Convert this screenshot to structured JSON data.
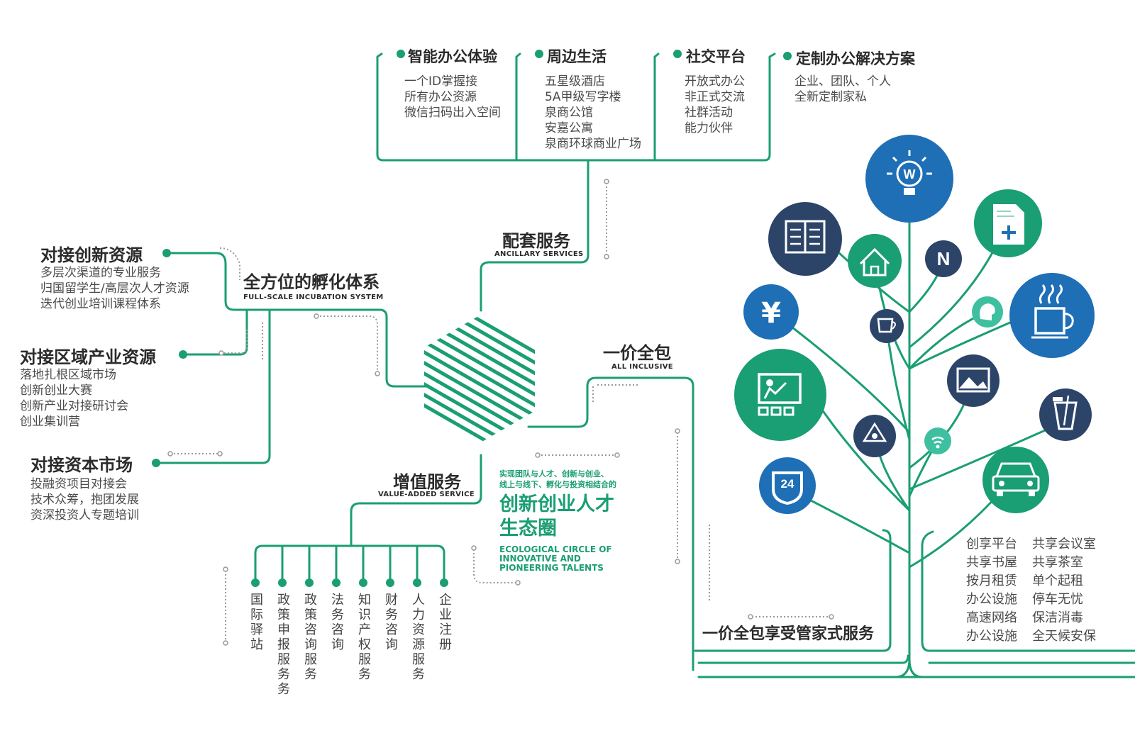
{
  "top_categories": [
    {
      "title": "智能办公体验",
      "items": [
        "一个ID掌握接",
        "所有办公资源",
        "微信扫码出入空间"
      ]
    },
    {
      "title": "周边生活",
      "items": [
        "五星级酒店",
        "5A甲级写字楼",
        "泉商公馆",
        "安嘉公寓",
        "泉商环球商业广场"
      ]
    },
    {
      "title": "社交平台",
      "items": [
        "开放式办公",
        "非正式交流",
        "社群活动",
        "能力伙伴"
      ]
    },
    {
      "title": "定制办公解决方案",
      "items": [
        "企业、团队、个人",
        "全新定制家私"
      ]
    }
  ],
  "ancillary": {
    "title": "配套服务",
    "subtitle": "ANCILLARY SERVICES"
  },
  "incubation": {
    "title": "全方位的孵化体系",
    "subtitle": "FULL-SCALE INCUBATION SYSTEM"
  },
  "left_groups": [
    {
      "title": "对接创新资源",
      "items": [
        "多层次渠道的专业服务",
        "归国留学生/高层次人才资源",
        "迭代创业培训课程体系"
      ]
    },
    {
      "title": "对接区域产业资源",
      "items": [
        "落地扎根区域市场",
        "创新创业大赛",
        "创新产业对接研讨会",
        "创业集训营"
      ]
    },
    {
      "title": "对接资本市场",
      "items": [
        "投融资项目对接会",
        "技术众筹，抱团发展",
        "资深投资人专题培训"
      ]
    }
  ],
  "inclusive": {
    "title": "一价全包",
    "subtitle": "ALL INCLUSIVE"
  },
  "value_added": {
    "title": "增值服务",
    "subtitle": "VALUE-ADDED SERVICE"
  },
  "value_items": [
    "国际驿站",
    "政策申报服务务",
    "政策咨询服务",
    "法务咨询",
    "知识产权服务",
    "财务咨询",
    "人力资源服务",
    "企业注册"
  ],
  "center": {
    "small": [
      "实现团队与人才、创新与创业、",
      "线上与线下、孵化与投资相结合的"
    ],
    "big": [
      "创新创业人才",
      "生态圈"
    ],
    "en": [
      "ECOLOGICAL CIRCLE OF",
      "INNOVATIVE AND",
      "PIONEERING TALENTS"
    ]
  },
  "butler": {
    "title": "一价全包享受管家式服务"
  },
  "services": {
    "col1": [
      "创享平台",
      "共享书屋",
      "按月租赁",
      "办公设施",
      "高速网络",
      "办公设施"
    ],
    "col2": [
      "共享会议室",
      "共享茶室",
      "单个起租",
      "停车无忧",
      "保洁消毒",
      "全天候安保"
    ]
  },
  "tree_icons": [
    "idea-w-icon",
    "book-icon",
    "document-plus-icon",
    "home-icon",
    "n-icon",
    "yuan-icon",
    "cup-icon",
    "support-icon",
    "coffee-icon",
    "presentation-icon",
    "photo-icon",
    "cocktail-icon",
    "recycle-icon",
    "wifi-icon",
    "clock24-icon",
    "car-icon"
  ],
  "badge_24": "24",
  "badge_n": "N",
  "badge_yuan": "¥",
  "colors": {
    "green": "#1a9e73",
    "blue": "#1e6fb6",
    "navy": "#2d4469",
    "dark": "#2b2b2b"
  }
}
